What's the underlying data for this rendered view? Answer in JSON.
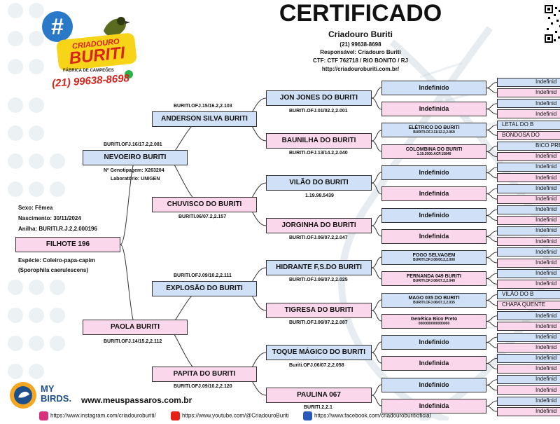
{
  "header": {
    "title": "CERTIFICADO",
    "breeder": "Criadouro Buriti",
    "phone": "(21) 99638-8698",
    "responsible": "Responsável: Criadouro Buriti",
    "ctf": "CTF: CTF 762718 / RIO BONITO / RJ",
    "site": "http://criadouroburiti.com.br/"
  },
  "logo": {
    "hash": "#",
    "line1": "CRIADOURO",
    "line2": "BURITI",
    "tagline": "FÁBRICA DE CAMPEÕES",
    "phone": "(21) 99638-8698"
  },
  "subject": {
    "sex": "Sexo: Fêmea",
    "birth": "Nascimento: 30/11/2024",
    "ring": "Anilha: BURITI.R.J.2,2.000196",
    "name": "FILHOTE 196",
    "species": "Espécie: Coleiro-papa-capim",
    "scientific": "(Sporophila caerulescens)"
  },
  "gen1": {
    "father": {
      "name": "NEVOEIRO BURITI",
      "ring": "BURITI.OFJ.16/17.2,2.081",
      "genotype": "Nº Genotipagem: X263204",
      "lab": "Laboratório: UNIGEN"
    },
    "mother": {
      "name": "PAOLA BURITI",
      "ring": "BURITI.OFJ.14/15.2,2.112"
    }
  },
  "gen2": [
    {
      "name": "ANDERSON SILVA BURITI",
      "ring": "BURITI.OFJ.15/16.2,2.103"
    },
    {
      "name": "CHUVISCO DO BURITI",
      "ring": "BURITI.06/07.2,2.157"
    },
    {
      "name": "EXPLOSÃO DO BURITI",
      "ring": "BURITI.OFJ.09/10.2,2.111"
    },
    {
      "name": "PAPITA DO BURITI",
      "ring": "BURITI.OFJ.09/10.2,2.120"
    }
  ],
  "gen3": [
    {
      "name": "JON JONES DO BURITI",
      "ring": "BURITI.OFJ.01/02.2,2.001"
    },
    {
      "name": "BAUNILHA DO BURITI",
      "ring": "BURITI.OFJ.13/14.2,2.040"
    },
    {
      "name": "VILÃO DO BURITI",
      "ring": "1.19.98.5439"
    },
    {
      "name": "JORGINHA DO BURITI",
      "ring": "BURITI.OFJ.06/07.2,2.047"
    },
    {
      "name": "HIDRANTE F,S.DO BURITI",
      "ring": "BURITI.OFJ.06/07.2,2.025"
    },
    {
      "name": "TIGRESA DO BURITI",
      "ring": "BURITI.OFJ.06/07.2,2.087"
    },
    {
      "name": "TOQUE MÁGICO DO BURITI",
      "ring": "Buriti.OFJ.06/07.2,2.058"
    },
    {
      "name": "PAULINA 067",
      "ring": "BURITI.2,2.1"
    }
  ],
  "gen4": [
    {
      "name": "Indefinido",
      "ring": ""
    },
    {
      "name": "Indefinida",
      "ring": ""
    },
    {
      "name": "ELÉTRICO DO BURITI",
      "ring": "BURITI.OFJ.11/12.2,2.069"
    },
    {
      "name": "COLOMBINA DO BURITI",
      "ring": "1.19.2000.ACP.15840"
    },
    {
      "name": "Indefinido",
      "ring": ""
    },
    {
      "name": "Indefinida",
      "ring": ""
    },
    {
      "name": "Indefinido",
      "ring": ""
    },
    {
      "name": "Indefinida",
      "ring": ""
    },
    {
      "name": "FOGO SELVAGEM",
      "ring": "BURITI.OFJ.06/00.2,2.000"
    },
    {
      "name": "FERNANDA 049 BURITI",
      "ring": "BURITI.OFJ.06/07.2,2.049"
    },
    {
      "name": "MAGO 035 DO BURITI",
      "ring": "BURITI.OFJ.06/07.2,2.035"
    },
    {
      "name": "Genética Bico Preto",
      "ring": "0000000000000000"
    },
    {
      "name": "Indefinido",
      "ring": ""
    },
    {
      "name": "Indefinida",
      "ring": ""
    },
    {
      "name": "Indefinido",
      "ring": ""
    },
    {
      "name": "Indefinida",
      "ring": ""
    }
  ],
  "gen5": [
    "Indefinid",
    "Indefinid",
    "Indefinid",
    "Indefinid",
    "LETAL DO B",
    "BONDOSA DO",
    "BICO PRE",
    "Indefinid",
    "Indefinid",
    "Indefinid",
    "Indefinid",
    "Indefinid",
    "Indefinid",
    "Indefinid",
    "Indefinid",
    "Indefinid",
    "Indefinid",
    "Indefinid",
    "Indefinid",
    "Indefinid",
    "VILÃO DO B",
    "CHAPA QUENTE",
    "Indefinid",
    "Indefinid",
    "Indefinid",
    "Indefinid",
    "Indefinid",
    "Indefinid",
    "Indefinid",
    "Indefinid",
    "Indefinid",
    "Indefinid"
  ],
  "footer": {
    "mybirds1": "MY",
    "mybirds2": "BIRDS.",
    "site": "www.meuspassaros.com.br",
    "instagram": "https://www.instagram.com/criadouroburiti/",
    "youtube": "https://www.youtube.com/@CriadouroBuriti",
    "facebook": "https://www.facebook.com/criadouroburitioficial"
  },
  "colors": {
    "male": "#cfe0f7",
    "female": "#fad7ea",
    "logo_red": "#d9231b",
    "logo_yellow": "#f7d417"
  },
  "icons": [
    "hash-icon",
    "bird-icon",
    "whatsapp-icon",
    "qr-code-icon",
    "mybirds-logo-icon",
    "instagram-icon",
    "youtube-icon",
    "facebook-icon"
  ]
}
